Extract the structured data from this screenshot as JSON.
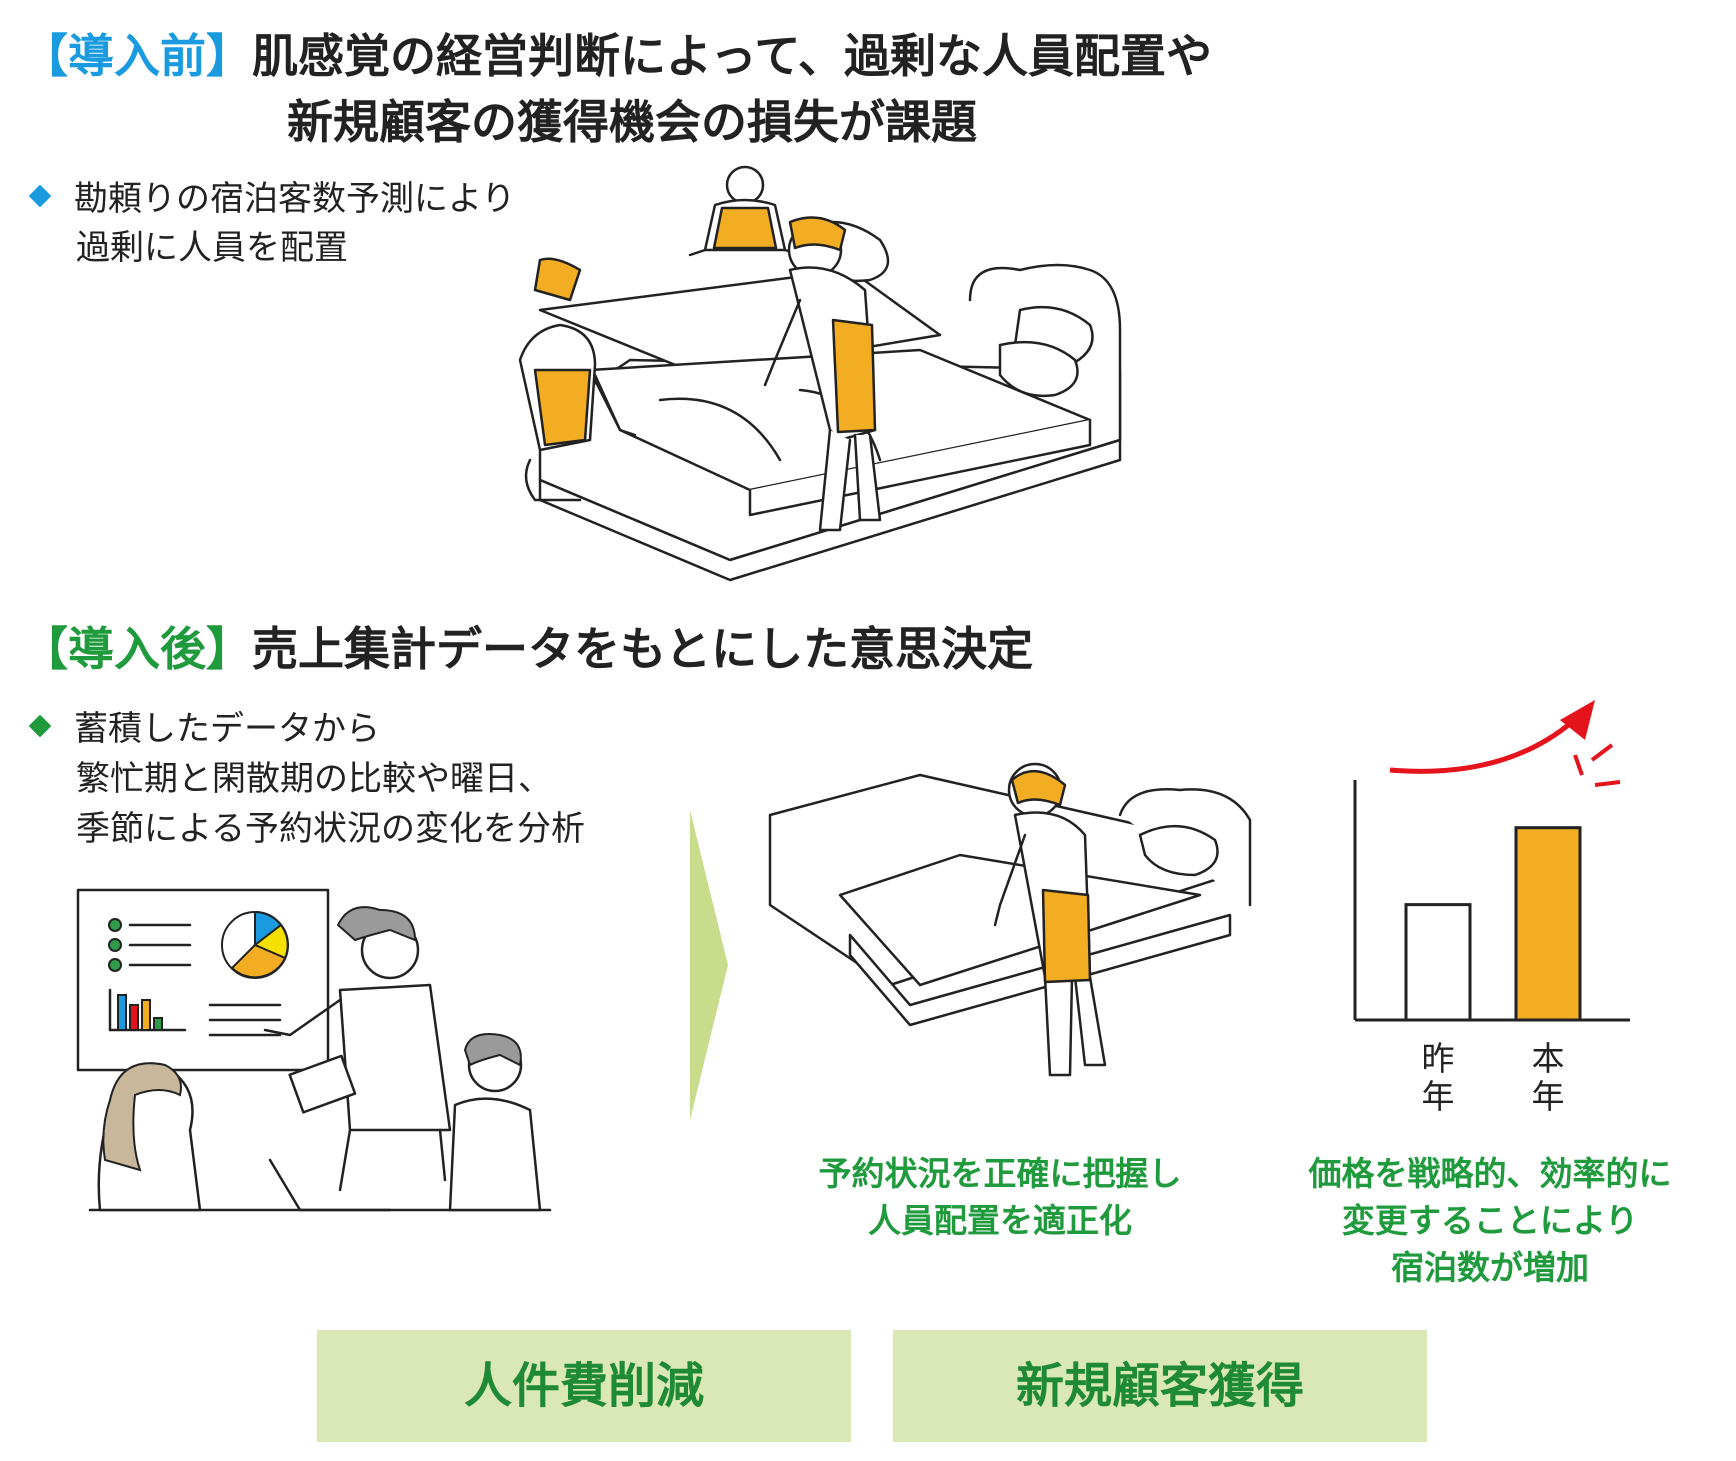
{
  "before": {
    "tag": "【導入前】",
    "title_line1": "肌感覚の経営判断によって、過剰な人員配置や",
    "title_line2": "新規顧客の獲得機会の損失が課題",
    "bullet_line1": "勘頼りの宿泊客数予測により",
    "bullet_line2": "過剰に人員を配置"
  },
  "after": {
    "tag": "【導入後】",
    "title": "売上集計データをもとにした意思決定",
    "bullet_line1": "蓄積したデータから",
    "bullet_line2": "繁忙期と閑散期の比較や曜日、",
    "bullet_line3": "季節による予約状況の変化を分析"
  },
  "caption_staff": {
    "line1": "予約状況を正確に把握し",
    "line2": "人員配置を適正化"
  },
  "caption_price": {
    "line1": "価格を戦略的、効率的に",
    "line2": "変更することにより",
    "line3": "宿泊数が増加"
  },
  "chart_data": {
    "type": "bar",
    "categories": [
      "昨年",
      "本年"
    ],
    "values": [
      60,
      100
    ],
    "ylim": [
      0,
      130
    ]
  },
  "results": {
    "box1": "人件費削減",
    "box2": "新規顧客獲得"
  },
  "colors": {
    "before_accent": "#1a9be0",
    "after_accent": "#1f9a3c",
    "apron": "#f2ad22",
    "arrow": "#e5141c",
    "result_bg": "#d9e8b4",
    "chevron": "#c8dc8c"
  }
}
